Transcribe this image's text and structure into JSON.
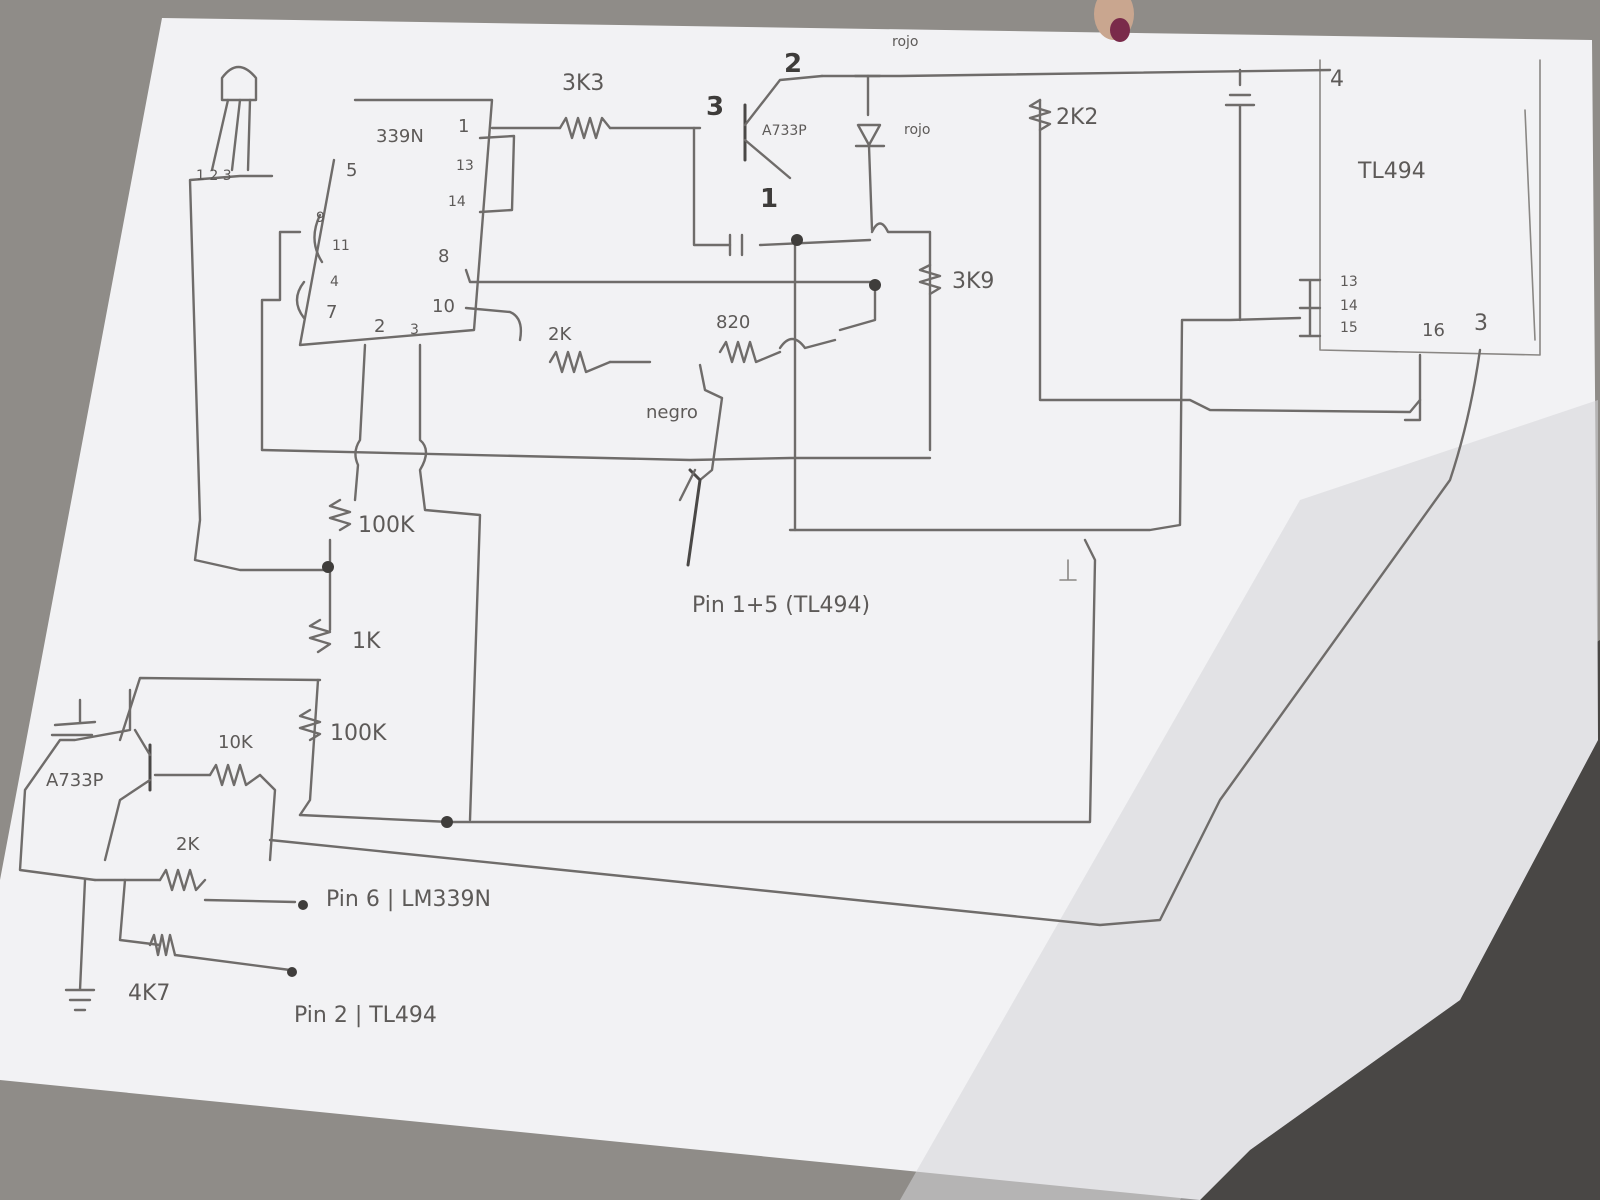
{
  "colors": {
    "paper": "#f3f3f4",
    "background": "#8d8a86",
    "pencil": "#6f6c6a",
    "pencil_dark": "#4a4846",
    "nail_polish": "#7a2a4a"
  },
  "labels": {
    "ic_lm339": "339N",
    "ic_tl494": "TL494",
    "pin_1": "1",
    "pin_13": "13",
    "pin_14": "14",
    "pin_5": "5",
    "pin_9": "9",
    "pin_11": "11",
    "pin_4": "4",
    "pin_7": "7",
    "pin_2": "2",
    "pin_3": "3",
    "pin_8": "8",
    "pin_10": "10",
    "sensor_pins": "1 2 3",
    "r_3k3": "3K3",
    "transistor_top": "A733P",
    "transistor_pin_3": "3",
    "transistor_pin_2": "2",
    "transistor_pin_1": "1",
    "rojo_top": "rojo",
    "rojo_led": "rojo",
    "r_2k2": "2K2",
    "tl_pin_4": "4",
    "tl_pins_13_15": [
      "13",
      "14",
      "15"
    ],
    "tl_pin_16": "16",
    "tl_pin_3": "3",
    "r_3k9": "3K9",
    "r_2k_mid": "2K",
    "r_820": "820",
    "negro": "negro",
    "r_100k_top": "100K",
    "r_1k": "1K",
    "r_100k_bottom": "100K",
    "r_10k": "10K",
    "transistor_bottom": "A733P",
    "r_2k_bottom": "2K",
    "r_4k7": "4K7",
    "pin_note_top": "Pin 1+5 (TL494)",
    "pin_note_mid": "Pin 6 | LM339N",
    "pin_note_bottom": "Pin 2 | TL494"
  }
}
